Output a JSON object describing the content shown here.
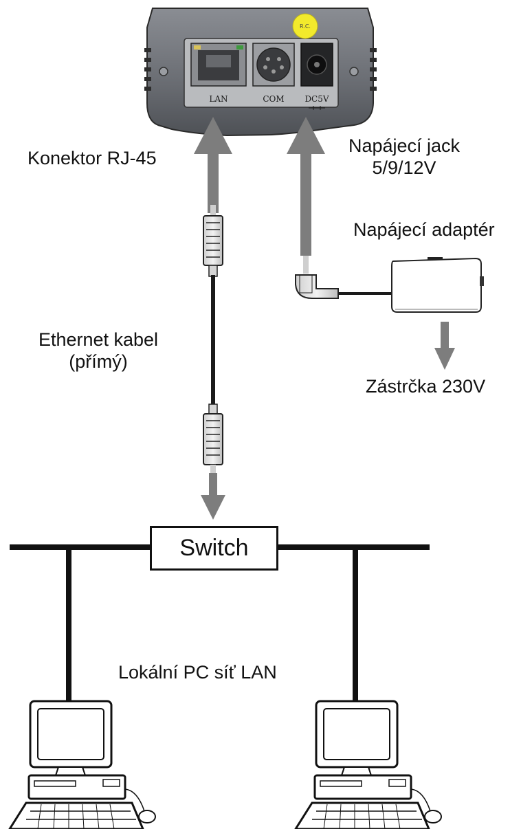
{
  "device": {
    "port_labels": [
      "LAN",
      "COM",
      "DC5V"
    ],
    "sticker_text": "R.C."
  },
  "labels": {
    "rj45_connector": "Konektor RJ-45",
    "power_jack_line1": "Napájecí jack",
    "power_jack_line2": "5/9/12V",
    "power_adapter": "Napájecí adaptér",
    "ethernet_cable_line1": "Ethernet kabel",
    "ethernet_cable_line2": "(přímý)",
    "plug_230v": "Zástrčka 230V",
    "switch": "Switch",
    "local_lan": "Lokální PC síť LAN"
  },
  "colors": {
    "device_body": "#6f7278",
    "arrow_gray": "#7d7d7d",
    "sticker": "#f2ea2c",
    "line": "#111111"
  }
}
